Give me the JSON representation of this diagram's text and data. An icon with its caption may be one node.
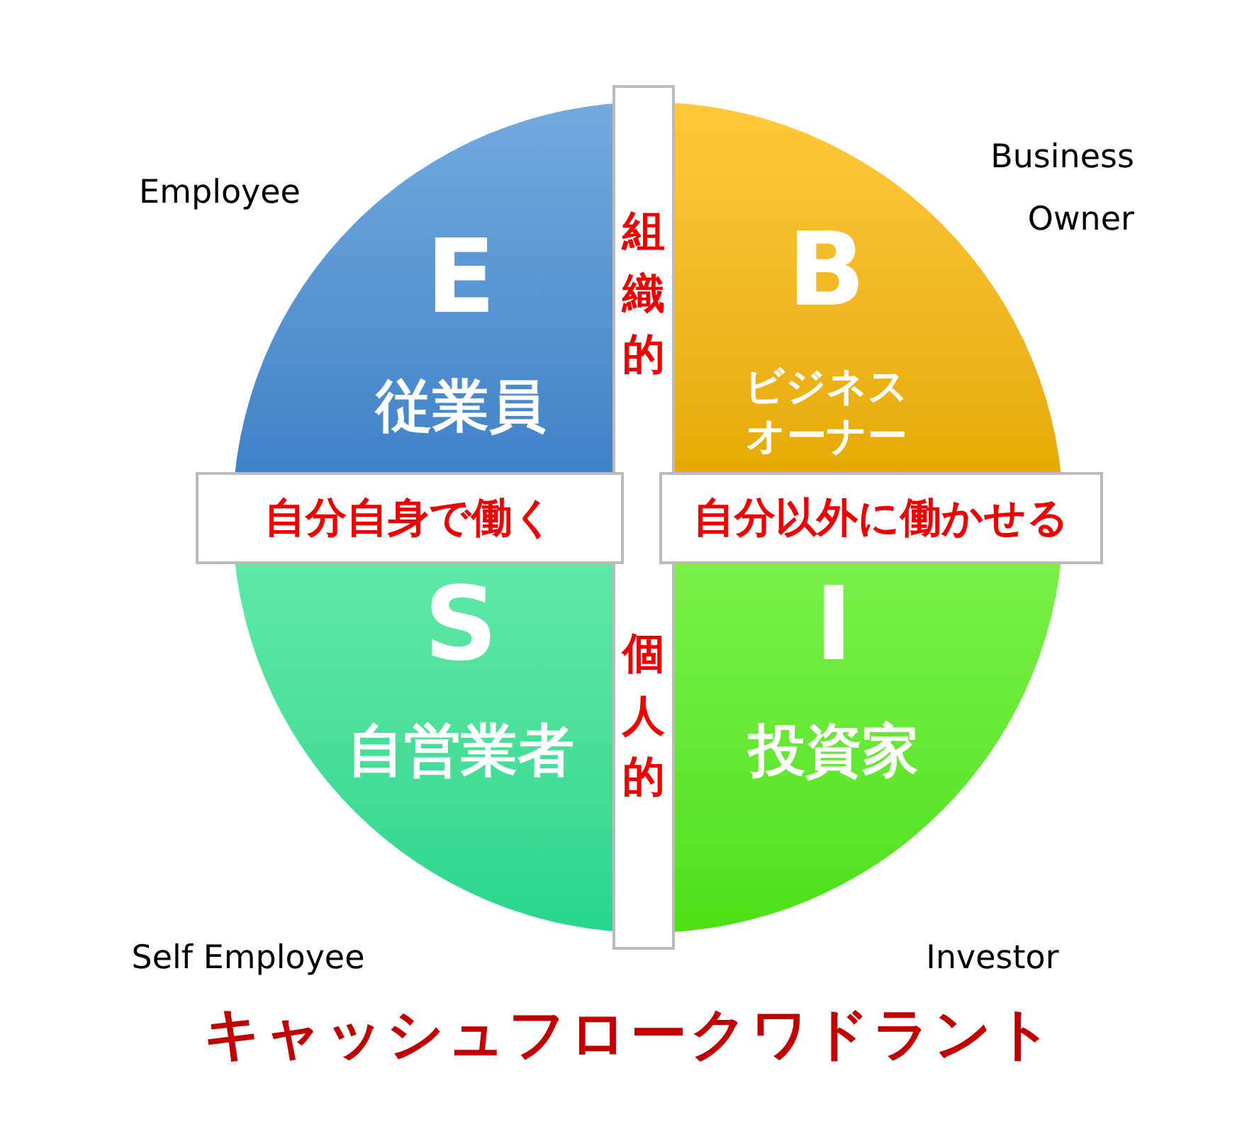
{
  "diagram": {
    "title": "キャッシュフロークワドラント",
    "nodes": [
      {
        "text": [
          "E",
          "従業員"
        ],
        "beside": [
          "Employee"
        ]
      },
      {
        "text": [
          "B",
          "ビジネスオーナー"
        ],
        "beside": [
          "Business Owner"
        ]
      },
      {
        "text": [
          "S",
          "自営業者"
        ],
        "beside": [
          "Self Employee"
        ]
      },
      {
        "text": [
          "I",
          "投資家"
        ],
        "beside": [
          "Investor"
        ]
      },
      {
        "text": [
          "組織的",
          "個人的"
        ]
      },
      {
        "text": [
          "自分自身で働く"
        ]
      },
      {
        "text": [
          "自分以外に働かせる"
        ]
      }
    ]
  }
}
